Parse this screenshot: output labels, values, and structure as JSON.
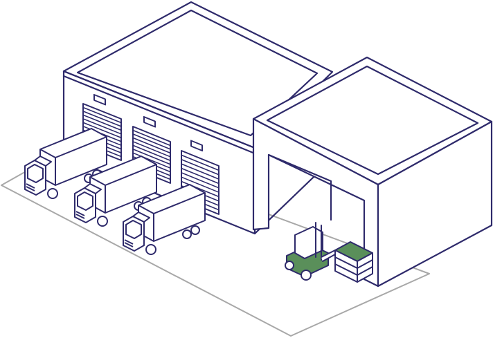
{
  "colors": {
    "outline": "#2e2a6b",
    "ground": "#a8a8a8",
    "accent_green": "#5a8f5a",
    "background": "#ffffff"
  },
  "scene": {
    "subject": "warehouse",
    "trucks": 3,
    "loading_doors": 3,
    "forklift": 1,
    "pallet_stacks": 1
  }
}
